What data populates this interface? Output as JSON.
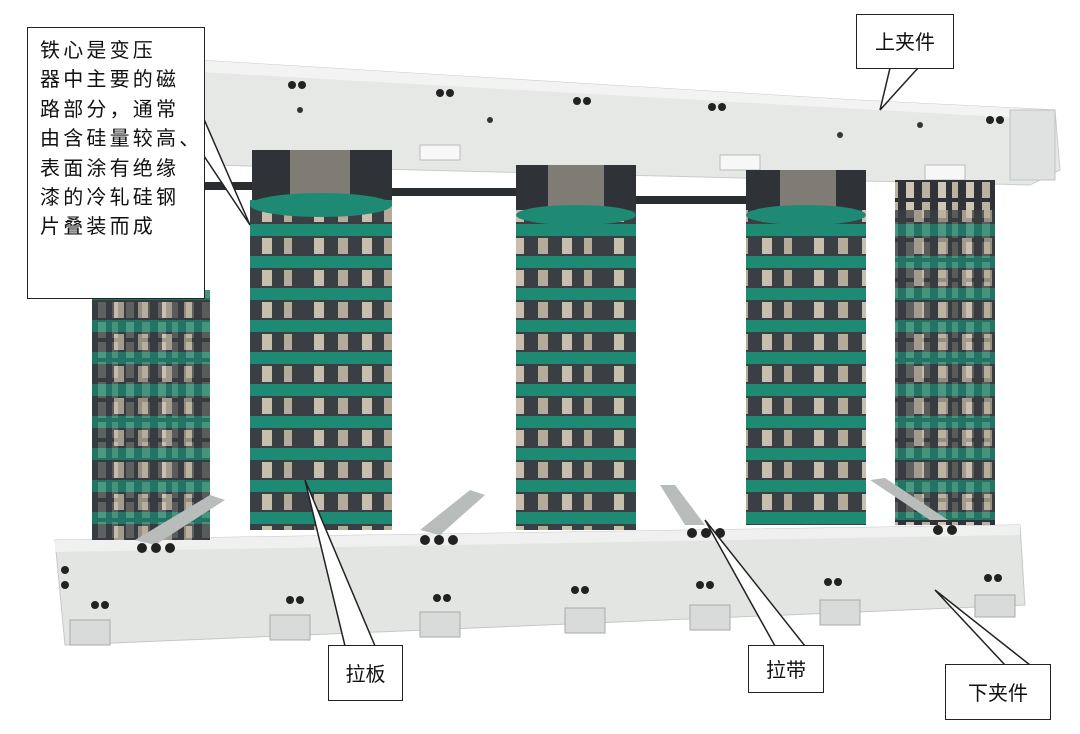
{
  "callouts": {
    "core_lines": [
      "铁心是变压",
      "器中主要的磁",
      "路部分，通常",
      "由含硅量较高、",
      "表面涂有绝缘",
      "漆的冷轧硅钢",
      "片叠装而成"
    ],
    "upper_clamp": "上夹件",
    "tie_plate": "拉板",
    "tie_strap": "拉带",
    "lower_clamp": "下夹件"
  },
  "colors": {
    "winding_band": "#1f8a73",
    "core_steel": "#3a3f44",
    "clamp": "#e6e8e6",
    "background": "#ffffff"
  }
}
